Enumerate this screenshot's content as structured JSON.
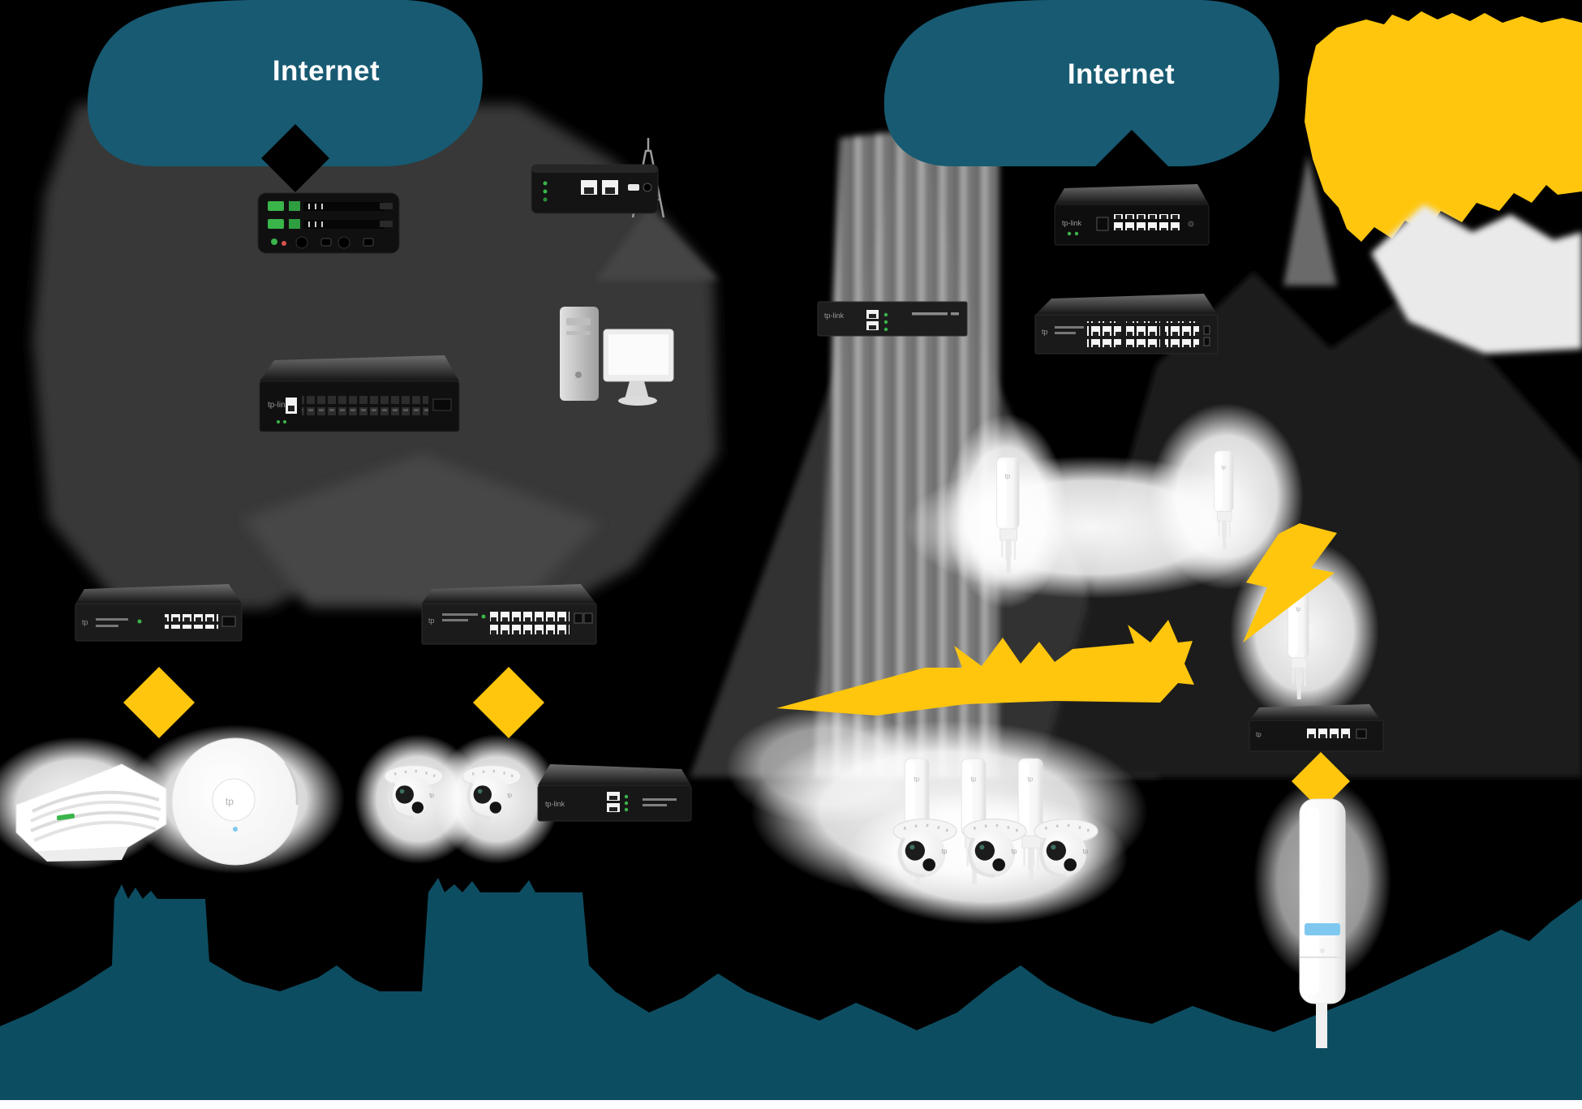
{
  "diagram_title": "network-topology",
  "clouds": {
    "left_label": "Internet",
    "right_label": "Internet"
  },
  "palette": {
    "background": "#000000",
    "cloud_teal": "#175A72",
    "footer_mountain_teal": "#0D4D61",
    "footer_baseline_white": "#FFFFFF",
    "accent_yellow": "#FFC60D",
    "led_green": "#3AB54A",
    "led_red": "#D9534F",
    "antenna_stripe_blue": "#7EC8F0",
    "device_black": "#161616",
    "port_white": "#F2F2F2",
    "backdrop_gray_left": "#383838",
    "backdrop_gray_right": "#4A4A4A",
    "snow_gray": "#EAEAEA",
    "glow_white": "#FFFFFF"
  },
  "sites": {
    "left": {
      "devices": [
        {
          "icon": "internet-cloud-icon"
        },
        {
          "icon": "isp-modem-icon"
        },
        {
          "icon": "hardware-controller-icon"
        },
        {
          "icon": "core-switch-icon"
        },
        {
          "icon": "management-pc-icon"
        },
        {
          "icon": "poe-switch-8port-icon"
        },
        {
          "icon": "poe-switch-24port-icon"
        },
        {
          "icon": "poe-diamond-icon"
        },
        {
          "icon": "poe-diamond-icon"
        },
        {
          "icon": "wall-plate-access-point-icon"
        },
        {
          "icon": "ceiling-access-point-icon"
        },
        {
          "icon": "turret-camera-icon"
        },
        {
          "icon": "turret-camera-icon"
        },
        {
          "icon": "camera-recorder-icon"
        }
      ]
    },
    "right": {
      "devices": [
        {
          "icon": "internet-cloud-icon"
        },
        {
          "icon": "vpn-router-icon"
        },
        {
          "icon": "poe-injector-icon"
        },
        {
          "icon": "aggregation-switch-icon"
        },
        {
          "icon": "wireless-bridge-cpe-icon"
        },
        {
          "icon": "wireless-bridge-cpe-icon"
        },
        {
          "icon": "wireless-bridge-cpe-icon"
        },
        {
          "icon": "wireless-link-bolt-icon"
        },
        {
          "icon": "wireless-link-bolt-icon"
        },
        {
          "icon": "cpe-array-icon"
        },
        {
          "icon": "remote-switch-icon"
        },
        {
          "icon": "poe-diamond-icon"
        },
        {
          "icon": "turret-camera-icon"
        },
        {
          "icon": "turret-camera-icon"
        },
        {
          "icon": "turret-camera-icon"
        },
        {
          "icon": "outdoor-omni-antenna-icon"
        },
        {
          "icon": "radio-tower-icon"
        },
        {
          "icon": "sun-icon"
        },
        {
          "icon": "mountain-icon"
        }
      ]
    }
  }
}
